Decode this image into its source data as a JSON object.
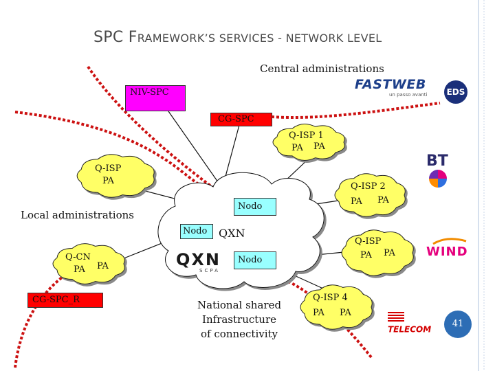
{
  "slide": {
    "title_prefix": "SPC F",
    "title_rest": "RAMEWORK’S SERVICES - NETWORK LEVEL",
    "page_number": "41"
  },
  "labels": {
    "central": "Central administrations",
    "local": "Local administrations",
    "national_line1": "National shared",
    "national_line2": "Infrastructure",
    "national_line3": "of connectivity"
  },
  "boxes": {
    "niv_spc": "NIV-SPC",
    "cg_spc": "CG-SPC",
    "cg_spc_r": "CG-SPC_R"
  },
  "clouds": {
    "qisp1": {
      "name": "Q-ISP 1",
      "pa": [
        "PA",
        "PA"
      ]
    },
    "qisp_left": {
      "name": "Q-ISP",
      "pa": [
        "PA"
      ]
    },
    "qisp2": {
      "name": "Q-ISP 2",
      "pa": [
        "PA",
        "PA"
      ]
    },
    "qisp_right": {
      "name": "Q-ISP",
      "pa": [
        "PA",
        "PA"
      ]
    },
    "qisp4": {
      "name": "Q-ISP 4",
      "pa": [
        "PA",
        "PA"
      ]
    },
    "qcn": {
      "name": "Q-CN",
      "pa": [
        "PA",
        "PA"
      ]
    }
  },
  "qxn": {
    "label": "QXN",
    "nodes": [
      "Nodo",
      "Nodo",
      "Nodo"
    ],
    "logo_text": "QXN",
    "logo_sub": "SCPA"
  },
  "logos": {
    "fastweb": "FASTWEB",
    "fastweb_sub": "un passo avanti",
    "eds": "EDS",
    "bt": "BT",
    "wind": "WIND",
    "telecom": "TELECOM"
  },
  "colors": {
    "cloud_fill": "#ffff66",
    "niv_fill": "#ff00ff",
    "cg_fill": "#ff0000",
    "cgr_fill": "#ff0000",
    "node_fill": "#99ffff",
    "dashed": "#cc1111",
    "title": "#4a4a4a",
    "accent": "#2d6db5"
  }
}
